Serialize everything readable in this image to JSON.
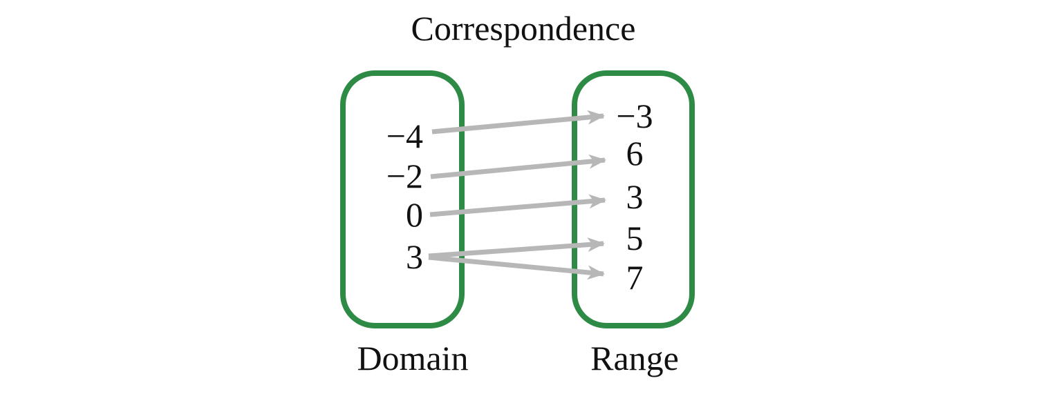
{
  "title": "Correspondence",
  "domain": {
    "label": "Domain",
    "values": [
      "−4",
      "−2",
      "0",
      "3"
    ]
  },
  "range": {
    "label": "Range",
    "values": [
      "−3",
      "6",
      "3",
      "5",
      "7"
    ]
  },
  "mappings": [
    {
      "from": "−4",
      "to": "−3"
    },
    {
      "from": "−2",
      "to": "6"
    },
    {
      "from": "0",
      "to": "3"
    },
    {
      "from": "3",
      "to": "5"
    },
    {
      "from": "3",
      "to": "7"
    }
  ],
  "colors": {
    "set_border": "#2e8b45",
    "arrow": "#b7b7b7",
    "text": "#111111",
    "background": "#ffffff"
  }
}
